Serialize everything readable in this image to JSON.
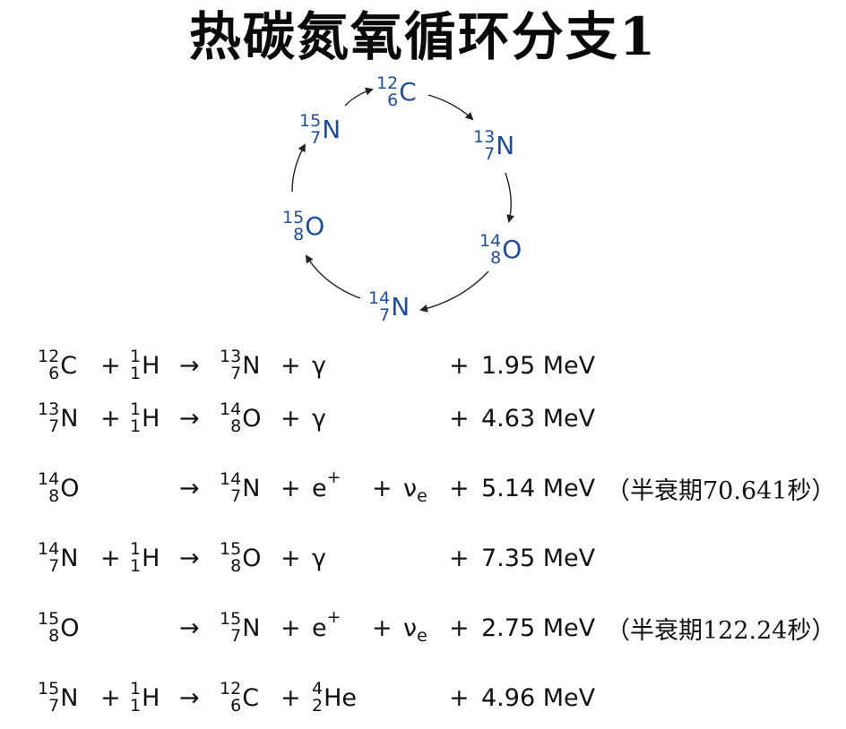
{
  "title": "热碳氮氧循环分支1",
  "cycle": {
    "nodes": [
      {
        "id": "c12",
        "mass": "12",
        "atomic": "6",
        "symbol": "C"
      },
      {
        "id": "n13",
        "mass": "13",
        "atomic": "7",
        "symbol": "N"
      },
      {
        "id": "o14",
        "mass": "14",
        "atomic": "8",
        "symbol": "O"
      },
      {
        "id": "n14",
        "mass": "14",
        "atomic": "7",
        "symbol": "N"
      },
      {
        "id": "o15",
        "mass": "15",
        "atomic": "8",
        "symbol": "O"
      },
      {
        "id": "n15",
        "mass": "15",
        "atomic": "7",
        "symbol": "N"
      }
    ],
    "arrow_color": "#222222",
    "label_color": "#1f4e9a"
  },
  "symbols": {
    "plus": "+",
    "arrow": "→",
    "gamma": "γ",
    "e": "e",
    "nu": "ν"
  },
  "reactions": [
    {
      "r1": {
        "mass": "12",
        "atomic": "6",
        "symbol": "C"
      },
      "r2": {
        "mass": "1",
        "atomic": "1",
        "symbol": "H"
      },
      "p1": {
        "mass": "13",
        "atomic": "7",
        "symbol": "N"
      },
      "p2": "gamma",
      "energy": "1.95 MeV",
      "note": ""
    },
    {
      "r1": {
        "mass": "13",
        "atomic": "7",
        "symbol": "N"
      },
      "r2": {
        "mass": "1",
        "atomic": "1",
        "symbol": "H"
      },
      "p1": {
        "mass": "14",
        "atomic": "8",
        "symbol": "O"
      },
      "p2": "gamma",
      "energy": "4.63 MeV",
      "note": ""
    },
    {
      "r1": {
        "mass": "14",
        "atomic": "8",
        "symbol": "O"
      },
      "r2": null,
      "p1": {
        "mass": "14",
        "atomic": "7",
        "symbol": "N"
      },
      "p2": "positron",
      "energy": "5.14 MeV",
      "note": "（半衰期70.641秒）"
    },
    {
      "r1": {
        "mass": "14",
        "atomic": "7",
        "symbol": "N"
      },
      "r2": {
        "mass": "1",
        "atomic": "1",
        "symbol": "H"
      },
      "p1": {
        "mass": "15",
        "atomic": "8",
        "symbol": "O"
      },
      "p2": "gamma",
      "energy": "7.35 MeV",
      "note": ""
    },
    {
      "r1": {
        "mass": "15",
        "atomic": "8",
        "symbol": "O"
      },
      "r2": null,
      "p1": {
        "mass": "15",
        "atomic": "7",
        "symbol": "N"
      },
      "p2": "positron",
      "energy": "2.75 MeV",
      "note": "（半衰期122.24秒）"
    },
    {
      "r1": {
        "mass": "15",
        "atomic": "7",
        "symbol": "N"
      },
      "r2": {
        "mass": "1",
        "atomic": "1",
        "symbol": "H"
      },
      "p1": {
        "mass": "12",
        "atomic": "6",
        "symbol": "C"
      },
      "p2": {
        "mass": "4",
        "atomic": "2",
        "symbol": "He"
      },
      "energy": "4.96 MeV",
      "note": ""
    }
  ]
}
